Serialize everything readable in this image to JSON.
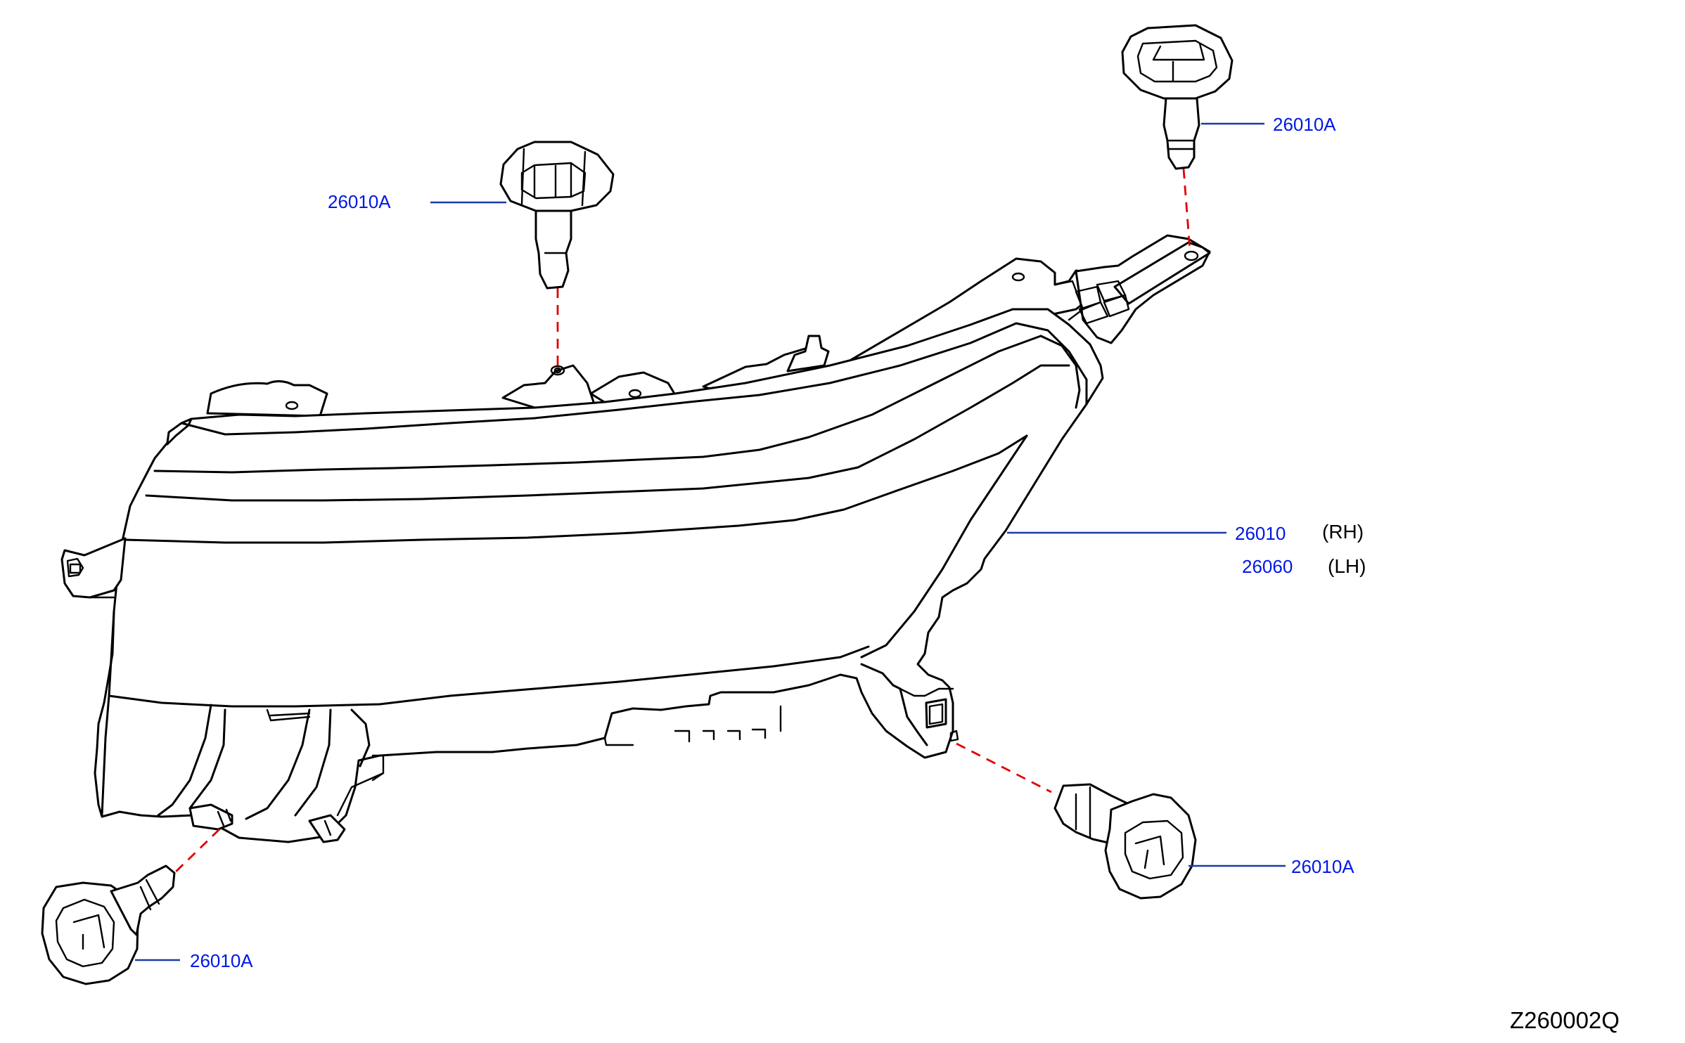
{
  "diagram": {
    "code": "Z260002Q",
    "colors": {
      "callout": "#0018e6",
      "leader": "#1a3ca8",
      "fastener_path": "#e00000",
      "outline": "#000000"
    },
    "callouts": [
      {
        "id": "bolt-top-left",
        "part": "26010A",
        "side": ""
      },
      {
        "id": "bolt-top-right",
        "part": "26010A",
        "side": ""
      },
      {
        "id": "lamp-rh",
        "part": "26010",
        "side": "(RH)"
      },
      {
        "id": "lamp-lh",
        "part": "26060",
        "side": "(LH)"
      },
      {
        "id": "bolt-right",
        "part": "26010A",
        "side": ""
      },
      {
        "id": "bolt-bottom-left",
        "part": "26010A",
        "side": ""
      }
    ]
  }
}
